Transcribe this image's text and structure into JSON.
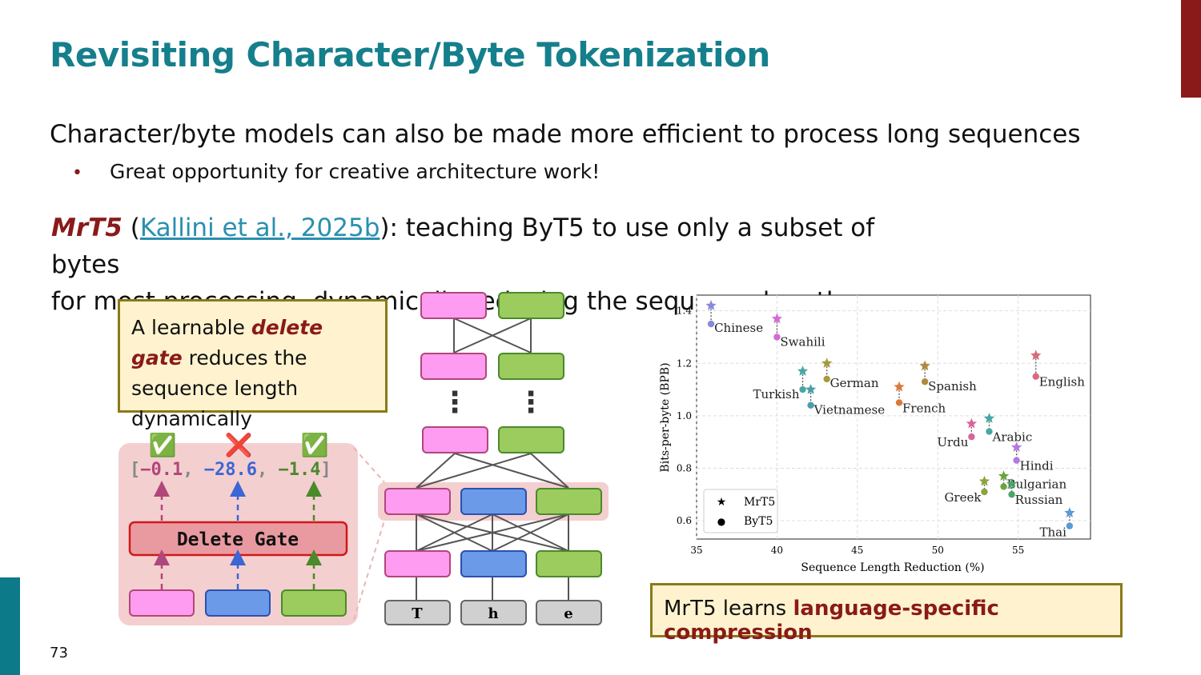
{
  "slide": {
    "title": "Revisiting Character/Byte Tokenization",
    "page_number": "73",
    "line1": "Character/byte models can also be made more efficient to process long sequences",
    "bullet_marker": "•",
    "bullet1": "Great opportunity for creative architecture work!",
    "para_model": "MrT5",
    "para_open": " (",
    "para_link": "Kallini et al., 2025b",
    "para_rest1": "): teaching ByT5 to use only a subset of bytes",
    "para_rest2": "for most processing, dynamically reducing the sequence length",
    "callout1_pre": "A learnable ",
    "callout1_em": "delete gate",
    "callout1_post": " reduces the sequence length dynamically",
    "callout2_pre": "MrT5 learns ",
    "callout2_em": "language-specific compression"
  },
  "diagram": {
    "gate_label": "Delete Gate",
    "gate_values": {
      "open": "[",
      "v1": "−0.1",
      "sep1": ", ",
      "v2": "−28.6",
      "sep2": ", ",
      "v3": "−1.4",
      "close": "]"
    },
    "marks": [
      "✅",
      "❌",
      "✅"
    ],
    "tokens": [
      "T",
      "h",
      "e"
    ],
    "dots": "⋮",
    "colors": {
      "pink": "#fd9cf0",
      "blue": "#6b9ae8",
      "green": "#9ccb5e",
      "gray": "#d0d0d0",
      "gate": "#e99aa0"
    }
  },
  "chart_data": {
    "type": "scatter",
    "xlabel": "Sequence Length Reduction (%)",
    "ylabel": "Bits-per-byte (BPB)",
    "xlim": [
      35,
      59.5
    ],
    "ylim": [
      0.53,
      1.46
    ],
    "xticks": [
      35,
      40,
      45,
      50,
      55
    ],
    "yticks": [
      0.6,
      0.8,
      1.0,
      1.2,
      1.4
    ],
    "grid": true,
    "legend": {
      "placement": "bottom-left",
      "entries": [
        {
          "marker": "★",
          "label": "MrT5"
        },
        {
          "marker": "●",
          "label": "ByT5"
        }
      ]
    },
    "points": [
      {
        "lang": "Chinese",
        "color": "#8888dd",
        "mrt5": [
          35.9,
          1.42
        ],
        "byt5": [
          35.9,
          1.35
        ]
      },
      {
        "lang": "Swahili",
        "color": "#d36ad6",
        "mrt5": [
          40.0,
          1.37
        ],
        "byt5": [
          40.0,
          1.3
        ]
      },
      {
        "lang": "Turkish",
        "color": "#4aa5a5",
        "mrt5": [
          41.6,
          1.17
        ],
        "byt5": [
          41.6,
          1.1
        ]
      },
      {
        "lang": "Vietnamese",
        "color": "#4a9eaa",
        "mrt5": [
          42.1,
          1.1
        ],
        "byt5": [
          42.1,
          1.04
        ]
      },
      {
        "lang": "German",
        "color": "#a59a3c",
        "mrt5": [
          43.1,
          1.2
        ],
        "byt5": [
          43.1,
          1.14
        ]
      },
      {
        "lang": "French",
        "color": "#d97a3a",
        "mrt5": [
          47.6,
          1.11
        ],
        "byt5": [
          47.6,
          1.05
        ]
      },
      {
        "lang": "Spanish",
        "color": "#b08a40",
        "mrt5": [
          49.2,
          1.19
        ],
        "byt5": [
          49.2,
          1.13
        ]
      },
      {
        "lang": "English",
        "color": "#d96a7a",
        "mrt5": [
          56.1,
          1.23
        ],
        "byt5": [
          56.1,
          1.15
        ]
      },
      {
        "lang": "Urdu",
        "color": "#d9659a",
        "mrt5": [
          52.1,
          0.97
        ],
        "byt5": [
          52.1,
          0.92
        ]
      },
      {
        "lang": "Arabic",
        "color": "#4aa5a5",
        "mrt5": [
          53.2,
          0.99
        ],
        "byt5": [
          53.2,
          0.94
        ]
      },
      {
        "lang": "Hindi",
        "color": "#b478e0",
        "mrt5": [
          54.9,
          0.88
        ],
        "byt5": [
          54.9,
          0.83
        ]
      },
      {
        "lang": "Greek",
        "color": "#8aa53c",
        "mrt5": [
          52.9,
          0.75
        ],
        "byt5": [
          52.9,
          0.71
        ]
      },
      {
        "lang": "Bulgarian",
        "color": "#6aa53c",
        "mrt5": [
          54.1,
          0.77
        ],
        "byt5": [
          54.1,
          0.73
        ]
      },
      {
        "lang": "Russian",
        "color": "#4aa56a",
        "mrt5": [
          54.6,
          0.74
        ],
        "byt5": [
          54.6,
          0.7
        ]
      },
      {
        "lang": "Thai",
        "color": "#5a9ad6",
        "mrt5": [
          58.2,
          0.63
        ],
        "byt5": [
          58.2,
          0.58
        ]
      }
    ]
  }
}
